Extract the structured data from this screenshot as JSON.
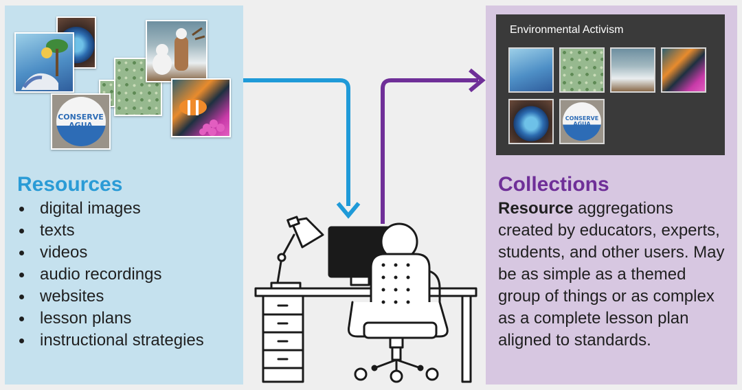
{
  "resources": {
    "title": "Resources",
    "items": [
      "digital images",
      "texts",
      "videos",
      "audio recordings",
      "websites",
      "lesson plans",
      "instructional strategies"
    ],
    "badge_line1": "CONSERVE",
    "badge_line2": "AGUA"
  },
  "collections": {
    "title": "Collections",
    "desc_bold": "Resource",
    "desc_rest": " aggregations created by educators, experts, students, and other users. May be as simple as a themed group of things or as complex as a complete lesson plan aligned to standards.",
    "box_title": "Environmental Activism",
    "badge_line1": "CONSERVE",
    "badge_line2": "AGUA"
  },
  "colors": {
    "resources_accent": "#2a9bd6",
    "collections_accent": "#6f2f98",
    "resources_bg": "#c5e1ee",
    "collections_bg": "#d7c7e1"
  }
}
